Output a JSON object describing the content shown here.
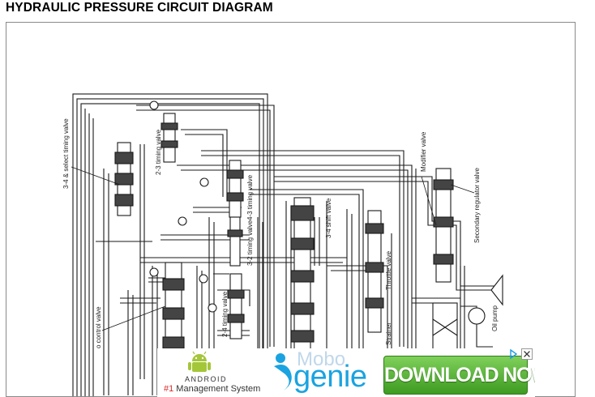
{
  "page": {
    "title": "HYDRAULIC PRESSURE CIRCUIT DIAGRAM"
  },
  "diagram": {
    "labels": {
      "timing_3_4_select": "3-4 & select timing valve",
      "timing_2_3": "2-3 timing valve",
      "timing_4_3": "4-3 timing valve",
      "timing_3_2": "3-2 timing valve",
      "shift_3_4": "3-4 shift valve",
      "throttle": "Throttle valve",
      "modifier": "Modifier valve",
      "secondary_regulator": "Secondary regulator valve",
      "timing_2_4": "2-4 timing valve",
      "control_valve_partial": "o control valve",
      "oil_pump": "Oil pump",
      "strainer": "Strainer"
    },
    "line_color": "#1a1a1a"
  },
  "ad": {
    "android_word": "ANDROID",
    "tagline_hash": "#1",
    "tagline_rest": " Management System",
    "mobo": "Mobo",
    "genie": "genie",
    "download": "DOWNLOAD NOW!",
    "colors": {
      "download_green": "#4caf2c",
      "genie_blue": "#1aa3e0",
      "android_green": "#a4c639"
    },
    "icons": [
      "android-robot-icon",
      "adchoices-icon",
      "close-icon"
    ]
  }
}
